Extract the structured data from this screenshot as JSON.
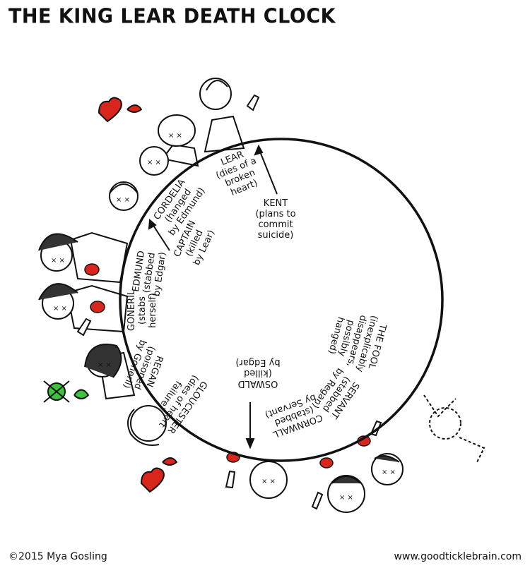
{
  "title": "THE KING LEAR DEATH CLOCK",
  "footer": {
    "copyright": "©2015 Mya Gosling",
    "website": "www.goodticklebrain.com"
  },
  "deaths": [
    {
      "id": "lear",
      "name": "LEAR",
      "detail": [
        "(dies of a",
        "broken",
        "heart)"
      ]
    },
    {
      "id": "kent",
      "name": "KENT",
      "detail": [
        "(plans to",
        "commit",
        "suicide)"
      ]
    },
    {
      "id": "cordelia",
      "name": "CORDELIA",
      "detail": [
        "(hanged",
        "by Edmund)"
      ]
    },
    {
      "id": "captain",
      "name": "CAPTAIN",
      "detail": [
        "(killed",
        "by Lear)"
      ]
    },
    {
      "id": "edmund",
      "name": "EDMUND",
      "detail": [
        "(stabbed",
        "by Edgar)"
      ]
    },
    {
      "id": "goneril",
      "name": "GONERIL",
      "detail": [
        "(stabs",
        "herself)"
      ]
    },
    {
      "id": "regan",
      "name": "REGAN",
      "detail": [
        "(poisoned",
        "by Goneril)"
      ]
    },
    {
      "id": "gloucester",
      "name": "GLOUCESTER",
      "detail": [
        "(dies of heart",
        "failure)"
      ]
    },
    {
      "id": "oswald",
      "name": "OSWALD",
      "detail": [
        "(killed",
        "by Edgar)"
      ]
    },
    {
      "id": "cornwall",
      "name": "CORNWALL",
      "detail": [
        "(stabbed",
        "by Servant)"
      ]
    },
    {
      "id": "servant",
      "name": "SERVANT",
      "detail": [
        "(stabbed",
        "by Regan)"
      ]
    },
    {
      "id": "fool",
      "name": "THE FOOL",
      "detail": [
        "(inexplicably",
        "disappears,",
        "possibly",
        "hanged)"
      ]
    }
  ],
  "colors": {
    "ink": "#111111",
    "blood": "#d8261d",
    "poison": "#3cc43c"
  },
  "icons": [
    "broken-heart-icon",
    "dagger-icon",
    "poison-skull-icon",
    "dead-face-icon"
  ]
}
